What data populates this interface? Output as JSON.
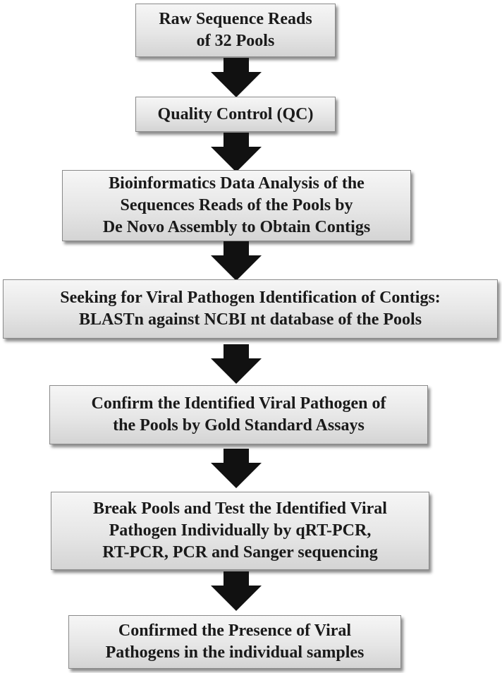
{
  "steps": [
    {
      "lines": [
        "Raw Sequence Reads",
        "of 32 Pools"
      ]
    },
    {
      "lines": [
        "Quality Control (QC)"
      ]
    },
    {
      "lines": [
        "Bioinformatics Data Analysis of the",
        "Sequences Reads of the Pools by",
        "De Novo Assembly to Obtain Contigs"
      ]
    },
    {
      "lines": [
        "Seeking for Viral Pathogen Identification of Contigs:",
        "BLASTn against NCBI nt database of the Pools"
      ]
    },
    {
      "lines": [
        "Confirm the Identified Viral Pathogen of",
        "the Pools by Gold Standard Assays"
      ]
    },
    {
      "lines": [
        "Break Pools and Test the Identified Viral",
        "Pathogen Individually by qRT-PCR,",
        "RT-PCR, PCR and Sanger sequencing"
      ]
    },
    {
      "lines": [
        "Confirmed the Presence of Viral",
        "Pathogens in the individual samples"
      ]
    }
  ],
  "colors": {
    "arrow": "#111111",
    "box_border": "#8a8a8a",
    "box_fill_top": "#f6f6f6",
    "box_fill_bottom": "#d4d4d4",
    "text": "#1a1a1a"
  }
}
